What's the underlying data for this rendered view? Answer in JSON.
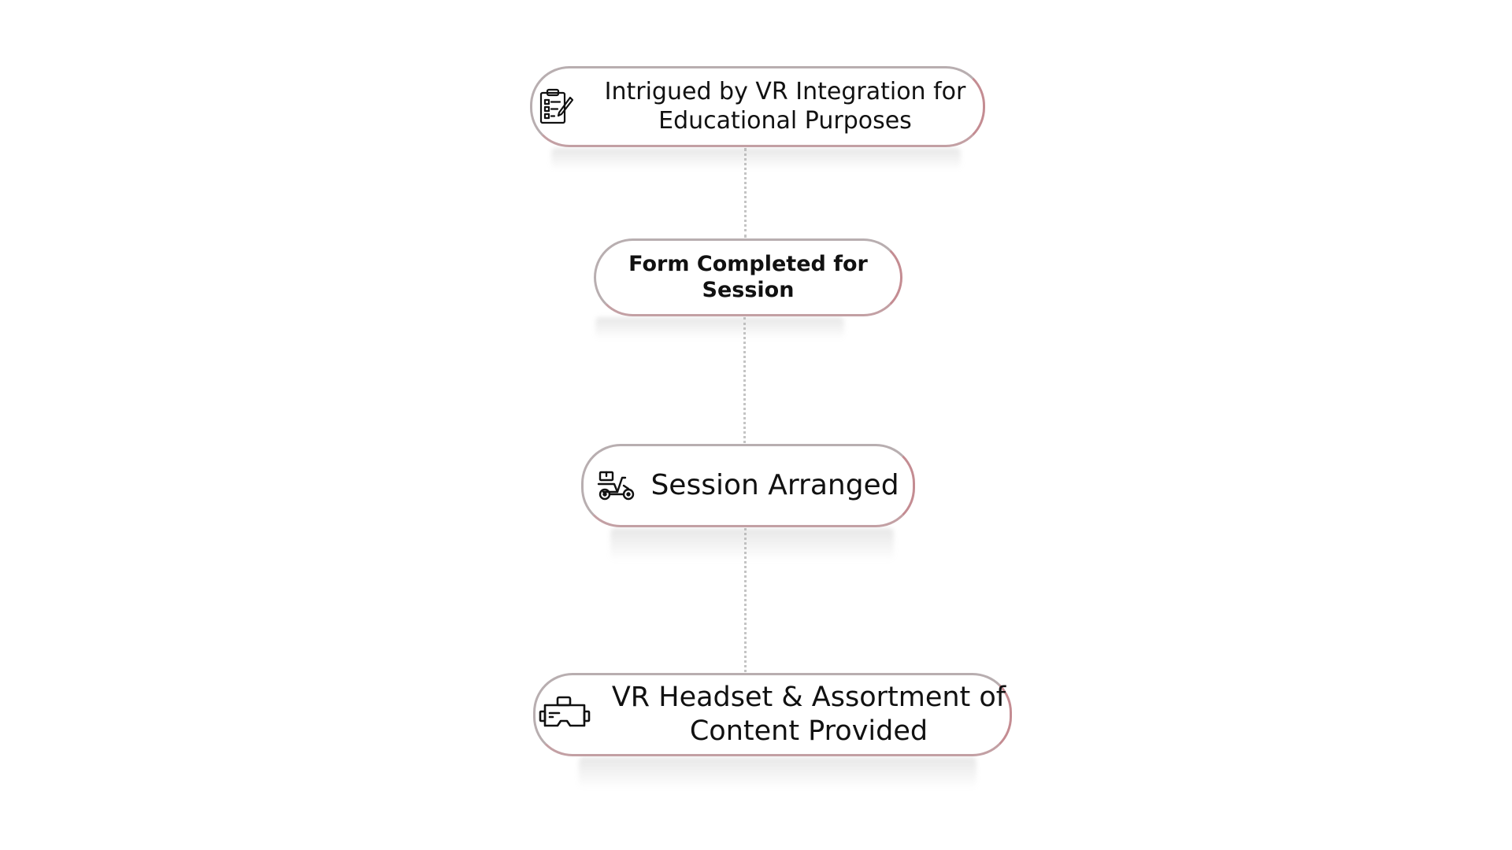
{
  "nodes": [
    {
      "label": "Intrigued by VR Integration for Educational Purposes",
      "icon": "clipboard-checklist-icon"
    },
    {
      "label": "Form Completed for Session",
      "icon": ""
    },
    {
      "label": "Session Arranged",
      "icon": "delivery-scooter-icon"
    },
    {
      "label": "VR Headset & Assortment of Content Provided",
      "icon": "vr-headset-icon"
    }
  ],
  "colors": {
    "node_border": "#b8aeb0",
    "node_border_accent": "#c48c92",
    "connector": "#c4c4c4",
    "text": "#111111"
  }
}
